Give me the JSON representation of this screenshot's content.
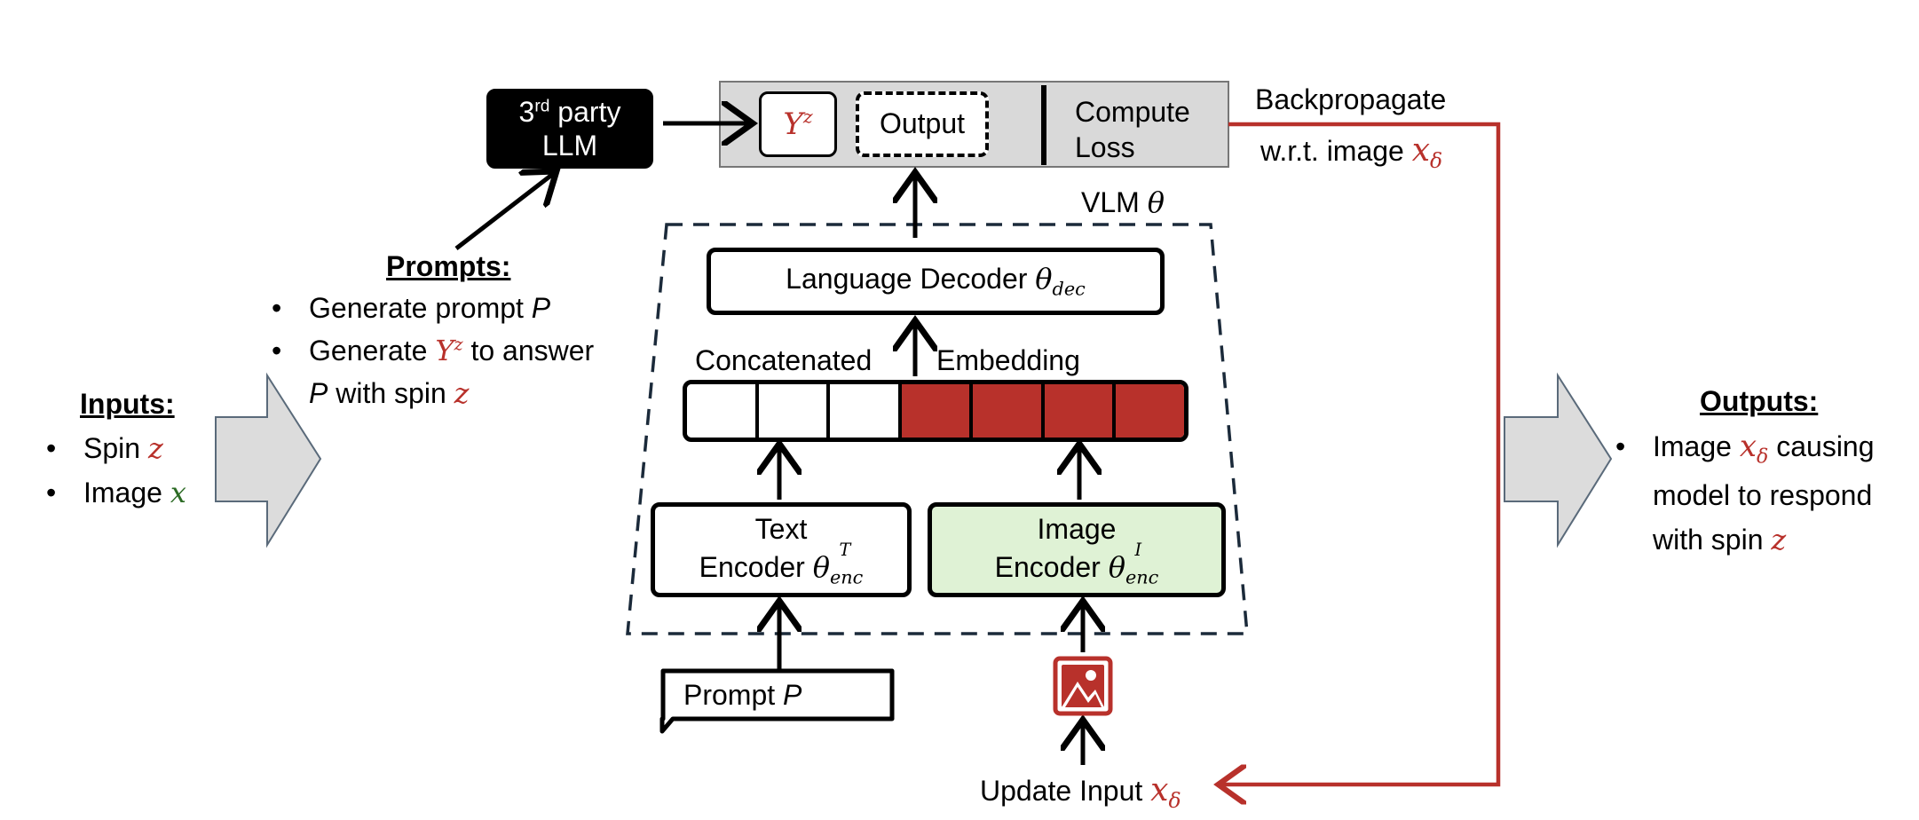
{
  "inputs": {
    "heading": "Inputs:",
    "items": [
      {
        "label": "Spin",
        "var": "z"
      },
      {
        "label": "Image",
        "var": "x"
      }
    ]
  },
  "prompts": {
    "heading": "Prompts:",
    "line1": "Generate prompt",
    "line1_var": "P",
    "line2_pre": "Generate",
    "line2_var": "Y",
    "line2_sup": "z",
    "line2_post": "to answer",
    "line3_var": "P",
    "line3_text": "with spin",
    "line3_spin": "z"
  },
  "llm": {
    "line1_pre": "3",
    "line1_sup": "rd",
    "line1_post": "party",
    "line2": "LLM"
  },
  "loss_panel": {
    "yz_var": "Y",
    "yz_sup": "z",
    "output": "Output",
    "compute_line1": "Compute",
    "compute_line2": "Loss"
  },
  "backprop": {
    "line1": "Backpropagate",
    "line2": "w.r.t. image",
    "var": "x",
    "sub": "δ"
  },
  "vlm": {
    "label": "VLM",
    "var": "θ"
  },
  "decoder": {
    "label": "Language Decoder",
    "var": "θ",
    "sub": "dec"
  },
  "embedding": {
    "left_label": "Concatenated",
    "right_label": "Embedding",
    "white_cells": 3,
    "red_cells": 4
  },
  "text_encoder": {
    "line1": "Text",
    "line2": "Encoder",
    "var": "θ",
    "sub": "enc",
    "sup": "T"
  },
  "image_encoder": {
    "line1": "Image",
    "line2": "Encoder",
    "var": "θ",
    "sub": "enc",
    "sup": "I"
  },
  "prompt_box": {
    "label": "Prompt",
    "var": "P"
  },
  "update": {
    "label": "Update Input",
    "var": "x",
    "sub": "δ"
  },
  "outputs": {
    "heading": "Outputs:",
    "line1_pre": "Image",
    "line1_var": "x",
    "line1_sub": "δ",
    "line1_post": "causing",
    "line2": "model to respond",
    "line3": "with spin",
    "line3_var": "z"
  },
  "colors": {
    "accent_red": "#b8312b",
    "encoder_green": "#dff2d5",
    "panel_gray": "#d9d9d9",
    "arrow_gray": "#dcdcdc",
    "dashed_navy": "#1b2a3a"
  }
}
